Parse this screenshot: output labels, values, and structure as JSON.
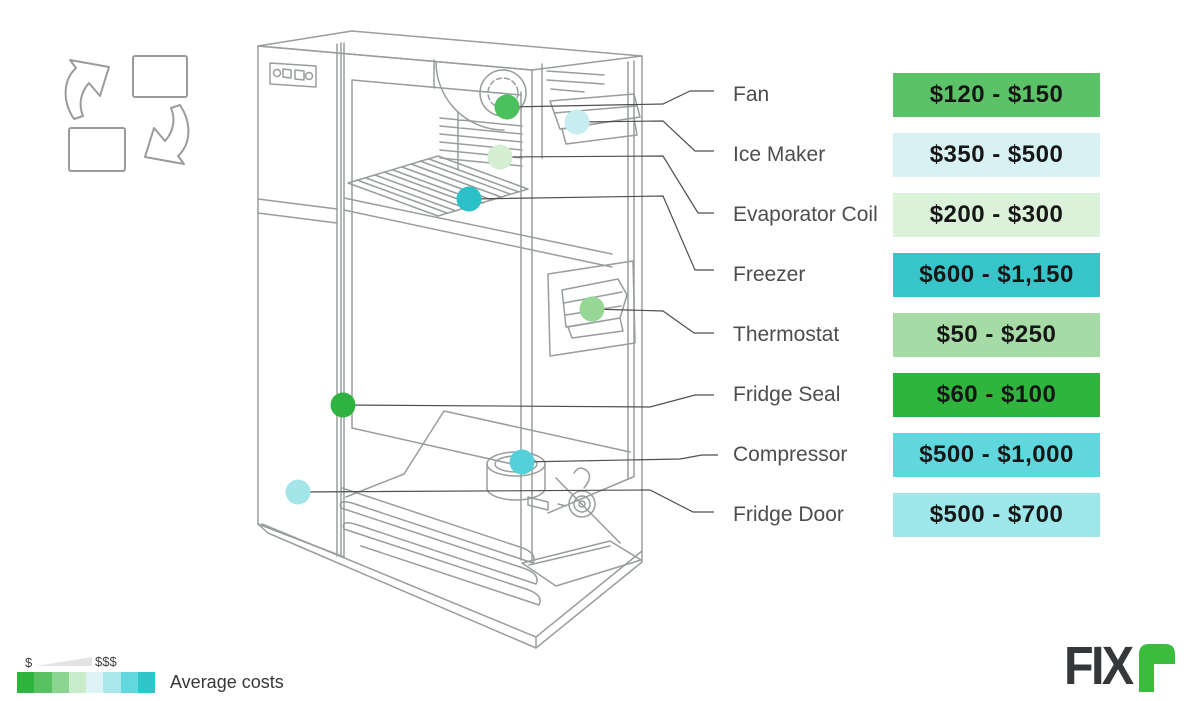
{
  "brand": "Fixr",
  "parts": [
    {
      "label": "Fan",
      "price": "$120 - $150",
      "box_color": "#5cc268",
      "dot_color": "#4cc05c"
    },
    {
      "label": "Ice Maker",
      "price": "$350 - $500",
      "box_color": "#d8f1f4",
      "dot_color": "#c8edf0"
    },
    {
      "label": "Evaporator Coil",
      "price": "$200 - $300",
      "box_color": "#dcf1d9",
      "dot_color": "#d3eed0"
    },
    {
      "label": "Freezer",
      "price": "$600 - $1,150",
      "box_color": "#38c5c9",
      "dot_color": "#2ac1c8"
    },
    {
      "label": "Thermostat",
      "price": "$50 - $250",
      "box_color": "#a7dba5",
      "dot_color": "#97d795"
    },
    {
      "label": "Fridge Seal",
      "price": "$60 - $100",
      "box_color": "#2fb53d",
      "dot_color": "#2eb240"
    },
    {
      "label": "Compressor",
      "price": "$500 - $1,000",
      "box_color": "#60d7dd",
      "dot_color": "#53d0da"
    },
    {
      "label": "Fridge Door",
      "price": "$500 - $700",
      "box_color": "#9de7eb",
      "dot_color": "#a3e5e9"
    }
  ],
  "legend": {
    "low_label": "$",
    "high_label": "$$$",
    "caption": "Average costs",
    "swatches": [
      "#2fb53d",
      "#58c263",
      "#8cd492",
      "#c9edcb",
      "#def3f5",
      "#abe8ec",
      "#62d8de",
      "#2fc5cb"
    ]
  },
  "icons": {
    "replace": "replace-cycle-icon"
  },
  "logo": {
    "text": "FIX",
    "accent_letter": "r",
    "accent_color": "#3cbc3c",
    "text_color": "#34383b"
  }
}
